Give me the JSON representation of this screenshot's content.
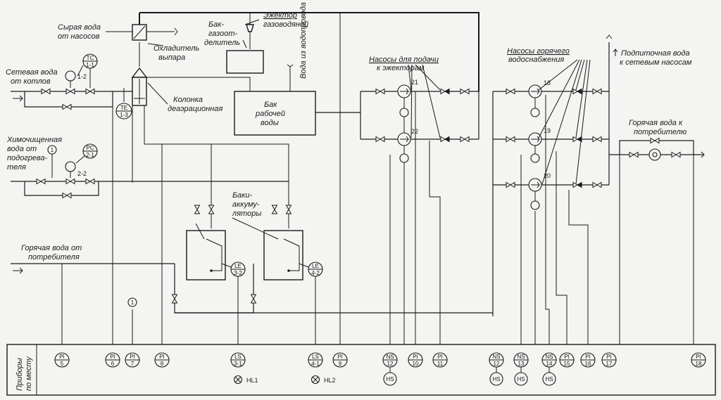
{
  "labels": {
    "raw_water_1": "Сырая вода",
    "raw_water_2": "от насосов",
    "vapor_cooler_1": "Охладитель",
    "vapor_cooler_2": "выпара",
    "degas_tank_1": "Бак-",
    "degas_tank_2": "газоот-",
    "degas_tank_3": "делитель",
    "ejector_1": "Эжектор",
    "ejector_2": "газоводяной",
    "water_from_supply": "Вода из водопровода",
    "pumps_ejector_1": "Насосы для подачи",
    "pumps_ejector_2": "к эжекторам",
    "pumps_hot_1": "Насосы горячего",
    "pumps_hot_2": "водоснабжения",
    "makeup_1": "Подпиточная вода",
    "makeup_2": "к сетевым насосам",
    "network_water_1": "Сетевая вода",
    "network_water_2": "от котлов",
    "column_1": "Колонка",
    "column_2": "деаэрационная",
    "work_tank_1": "Бак",
    "work_tank_2": "рабочей",
    "work_tank_3": "воды",
    "chem_water_1": "Химочищенная",
    "chem_water_2": "вода от",
    "chem_water_3": "подогрева-",
    "chem_water_4": "теля",
    "accum_1": "Баки-",
    "accum_2": "аккуму-",
    "accum_3": "ляторы",
    "hot_to_consumer_1": "Горячая вода к",
    "hot_to_consumer_2": "потребителю",
    "hot_from_consumer_1": "Горячая вода от",
    "hot_from_consumer_2": "потребителя",
    "local_instruments_1": "Приборы",
    "local_instruments_2": "по месту"
  },
  "field_tags": {
    "tc": [
      "TC",
      "1-1"
    ],
    "te": [
      "TE",
      "1-3"
    ],
    "pc": [
      "PC",
      "2-1"
    ],
    "le3": [
      "LE",
      "3-2"
    ],
    "le4": [
      "LE",
      "4-2"
    ],
    "v12": "1-2",
    "v22": "2-2",
    "one_a": "1",
    "one_b": "1"
  },
  "pumps": [
    "21",
    "22",
    "18",
    "19",
    "20"
  ],
  "panel_tags": [
    [
      "PI",
      "5"
    ],
    [
      "PI",
      "6"
    ],
    [
      "PI",
      "7"
    ],
    [
      "PI",
      "8"
    ],
    [
      "LS",
      "3-1"
    ],
    [
      "LS",
      "4-1"
    ],
    [
      "PI",
      "9"
    ],
    [
      "NS",
      "12"
    ],
    [
      "PI",
      "10"
    ],
    [
      "PI",
      "11"
    ],
    [
      "NS",
      "12"
    ],
    [
      "NS",
      "13"
    ],
    [
      "NS",
      "14"
    ],
    [
      "PI",
      "15"
    ],
    [
      "PI",
      "16"
    ],
    [
      "PI",
      "17"
    ],
    [
      "PI",
      "18"
    ]
  ],
  "hs_label": "HS",
  "lamps": [
    "HL1",
    "HL2"
  ]
}
